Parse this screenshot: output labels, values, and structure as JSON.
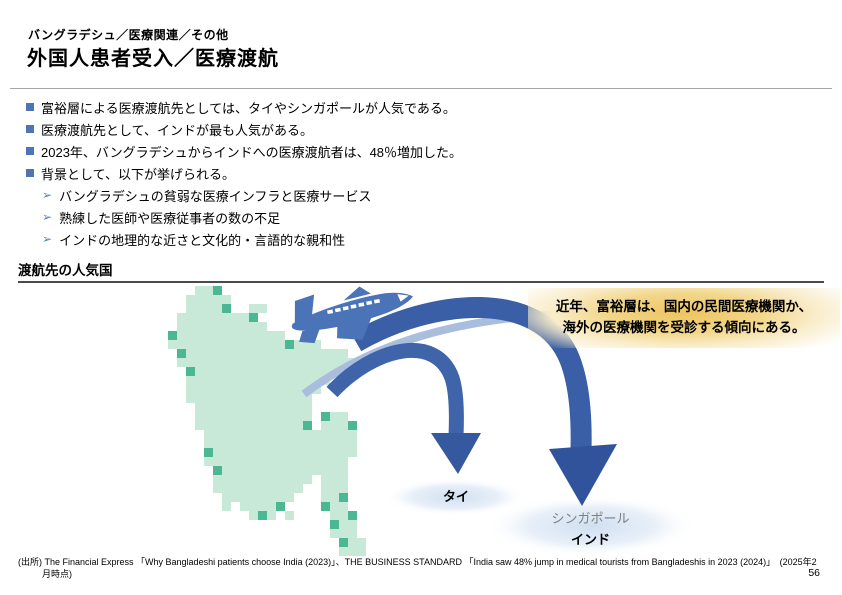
{
  "header": {
    "category": "バングラデシュ／医療関連／その他",
    "title": "外国人患者受入／医療渡航"
  },
  "bullets": [
    "富裕層による医療渡航先としては、タイやシンガポールが人気である。",
    "医療渡航先として、インドが最も人気がある。",
    "2023年、バングラデシュからインドへの医療渡航者は、48％増加した。",
    "背景として、以下が挙げられる。"
  ],
  "sub_bullets": [
    "バングラデシュの貧弱な医療インフラと医療サービス",
    "熟練した医師や医療従事者の数の不足",
    "インドの地理的な近さと文化的・言語的な親和性"
  ],
  "figure": {
    "section_title": "渡航先の人気国",
    "callout": {
      "line1": "近年、富裕層は、国内の民間医療機関か、",
      "line2": "海外の医療機関を受診する傾向にある。"
    },
    "labels": {
      "thailand": "タイ",
      "singapore": "シンガポール",
      "india": "インド"
    },
    "icons": {
      "airplane": "airplane-icon",
      "map": "bangladesh-map-icon"
    },
    "colors": {
      "map_fill": "#c9e9d8",
      "map_edge": "#4cb893",
      "plane": "#4a73b8",
      "trail": "#a9bedd",
      "arrow_shaft": "#3c62a8",
      "arrow_head": "#30539b",
      "label_glow": "#cdddf0",
      "callout_glow": "#eec45f"
    }
  },
  "footer": {
    "source_line1": "(出所) The Financial Express 「Why Bangladeshi patients choose India (2023)」、THE BUSINESS STANDARD 「India saw 48% jump in medical tourists from Bangladeshis in 2023 (2024)」　(2025年2",
    "source_line2": "月時点)",
    "page_number": "56"
  }
}
